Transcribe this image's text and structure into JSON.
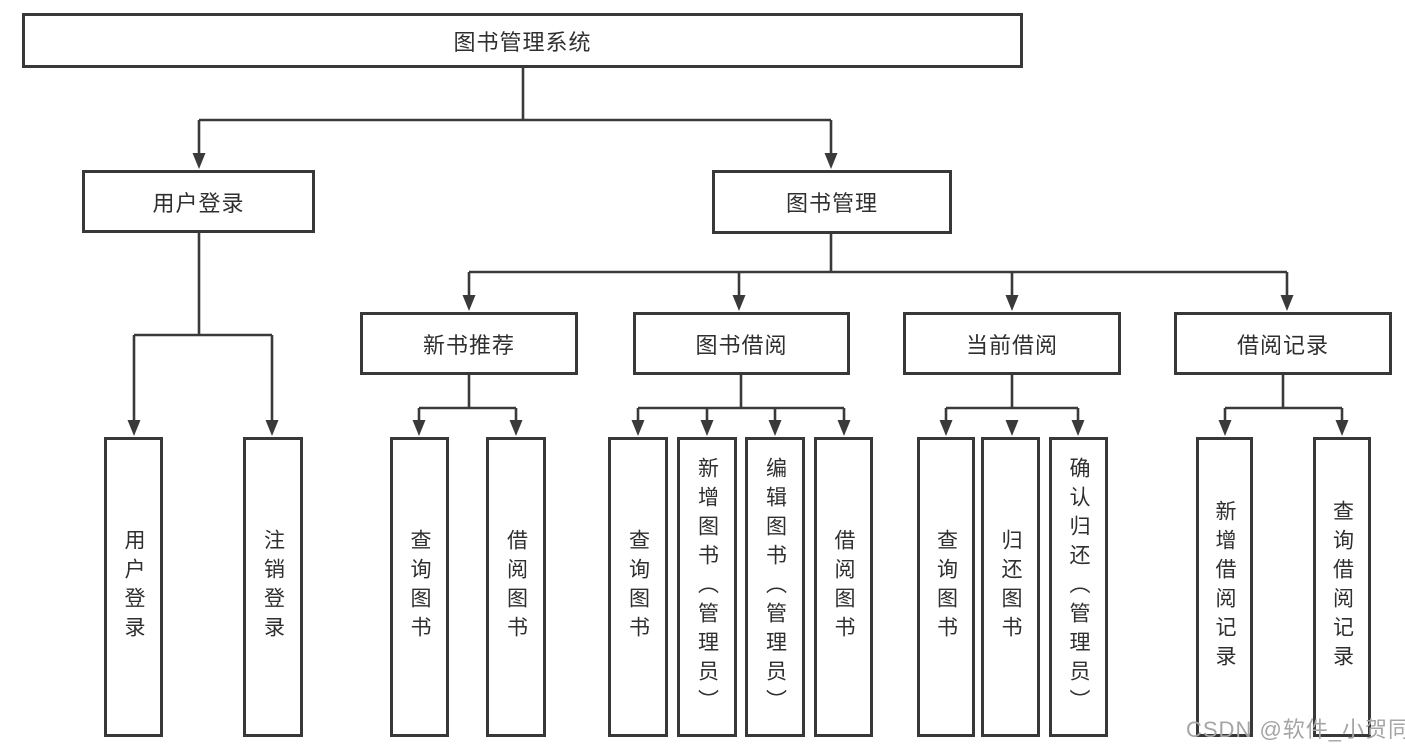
{
  "diagram": {
    "root": {
      "label": "图书管理系统"
    },
    "branches": [
      {
        "label": "用户登录",
        "children": [
          {
            "label": "用户登录"
          },
          {
            "label": "注销登录"
          }
        ]
      },
      {
        "label": "图书管理",
        "children": [
          {
            "label": "新书推荐",
            "children": [
              {
                "label": "查询图书"
              },
              {
                "label": "借阅图书"
              }
            ]
          },
          {
            "label": "图书借阅",
            "children": [
              {
                "label": "查询图书"
              },
              {
                "label": "新增图书（管理员）"
              },
              {
                "label": "编辑图书（管理员）"
              },
              {
                "label": "借阅图书"
              }
            ]
          },
          {
            "label": "当前借阅",
            "children": [
              {
                "label": "查询图书"
              },
              {
                "label": "归还图书"
              },
              {
                "label": "确认归还（管理员）"
              }
            ]
          },
          {
            "label": "借阅记录",
            "children": [
              {
                "label": "新增借阅记录"
              },
              {
                "label": "查询借阅记录"
              }
            ]
          }
        ]
      }
    ]
  },
  "watermark": {
    "text": "CSDN @软件_小贺同学"
  },
  "colors": {
    "background": "#ffffff",
    "line": "#3a3a3a",
    "box_border": "#383838",
    "text": "#2f2f2f",
    "watermark": "#a5a5a5"
  }
}
